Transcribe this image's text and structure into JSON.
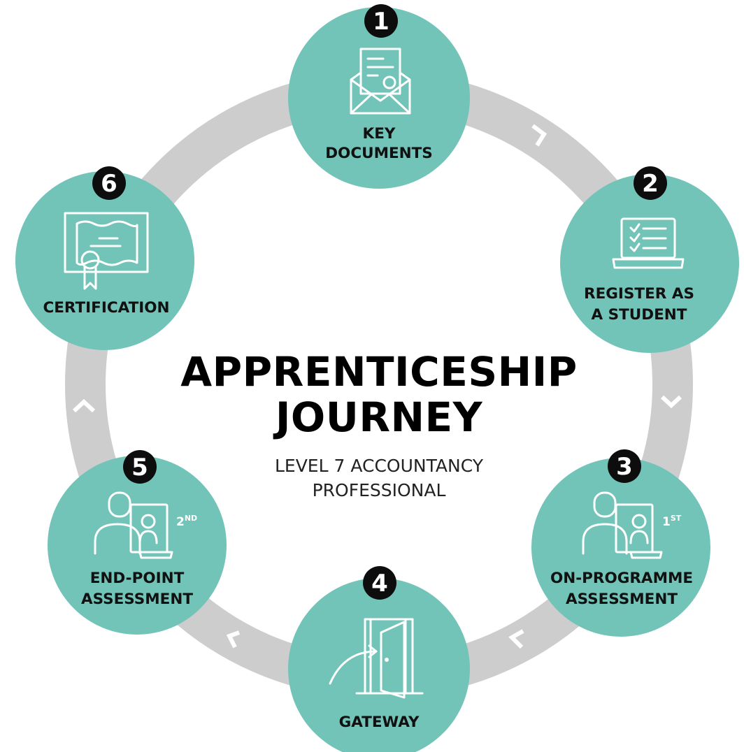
{
  "title": [
    "APPRENTICESHIP",
    "JOURNEY"
  ],
  "subtitle": [
    "LEVEL 7 ACCOUNTANCY",
    "PROFESSIONAL"
  ],
  "colors": {
    "node": "#72c3b8",
    "ring": "#cdcdcd",
    "badge": "#0d0d0d",
    "text": "#111111"
  },
  "steps": [
    {
      "number": "1",
      "label": [
        "KEY",
        "DOCUMENTS"
      ],
      "icon": "document-envelope-icon"
    },
    {
      "number": "2",
      "label": [
        "REGISTER AS",
        "A STUDENT"
      ],
      "icon": "laptop-checklist-icon"
    },
    {
      "number": "3",
      "label": [
        "ON-PROGRAMME",
        "ASSESSMENT"
      ],
      "icon": "video-call-assessment-icon",
      "ordinal": {
        "value": "1",
        "suffix": "ST"
      }
    },
    {
      "number": "4",
      "label": [
        "GATEWAY"
      ],
      "icon": "open-door-arrow-icon"
    },
    {
      "number": "5",
      "label": [
        "END-POINT",
        "ASSESSMENT"
      ],
      "icon": "video-call-assessment-icon",
      "ordinal": {
        "value": "2",
        "suffix": "ND"
      }
    },
    {
      "number": "6",
      "label": [
        "CERTIFICATION"
      ],
      "icon": "certificate-ribbon-icon"
    }
  ]
}
